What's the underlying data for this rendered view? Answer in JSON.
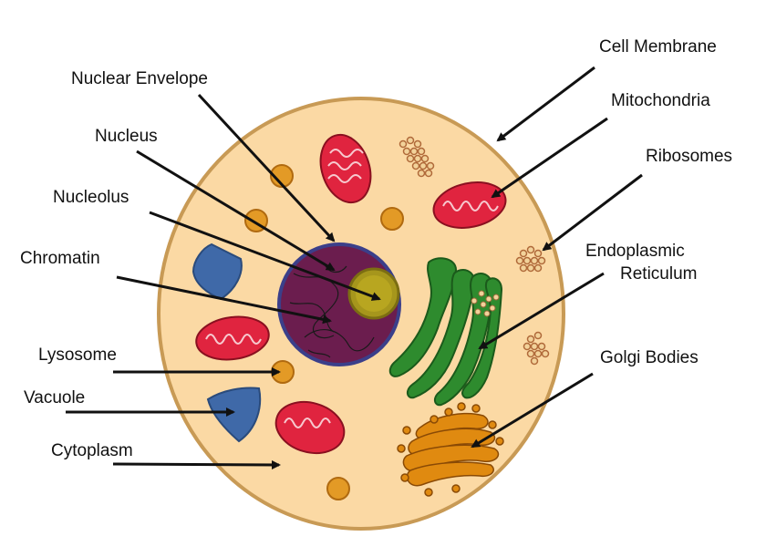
{
  "labels": {
    "nuclear_envelope": "Nuclear Envelope",
    "nucleus": "Nucleus",
    "nucleolus": "Nucleolus",
    "chromatin": "Chromatin",
    "lysosome": "Lysosome",
    "vacuole": "Vacuole",
    "cytoplasm": "Cytoplasm",
    "cell_membrane": "Cell Membrane",
    "mitochondria": "Mitochondria",
    "ribosomes": "Ribosomes",
    "er_line1": "Endoplasmic",
    "er_line2": "Reticulum",
    "golgi": "Golgi Bodies"
  },
  "colors": {
    "cytoplasm": "#fbd9a4",
    "membrane": "#c89a55",
    "nucleus": "#6b1d4e",
    "nuclear_envelope": "#3b3f8a",
    "nucleolus": "#a6961c",
    "mitochondria": "#e0243f",
    "er": "#2e8b2e",
    "golgi": "#e08a10",
    "vacuole": "#3f69a8",
    "lysosome": "#e39a26",
    "ribosome": "#b06a3a"
  }
}
